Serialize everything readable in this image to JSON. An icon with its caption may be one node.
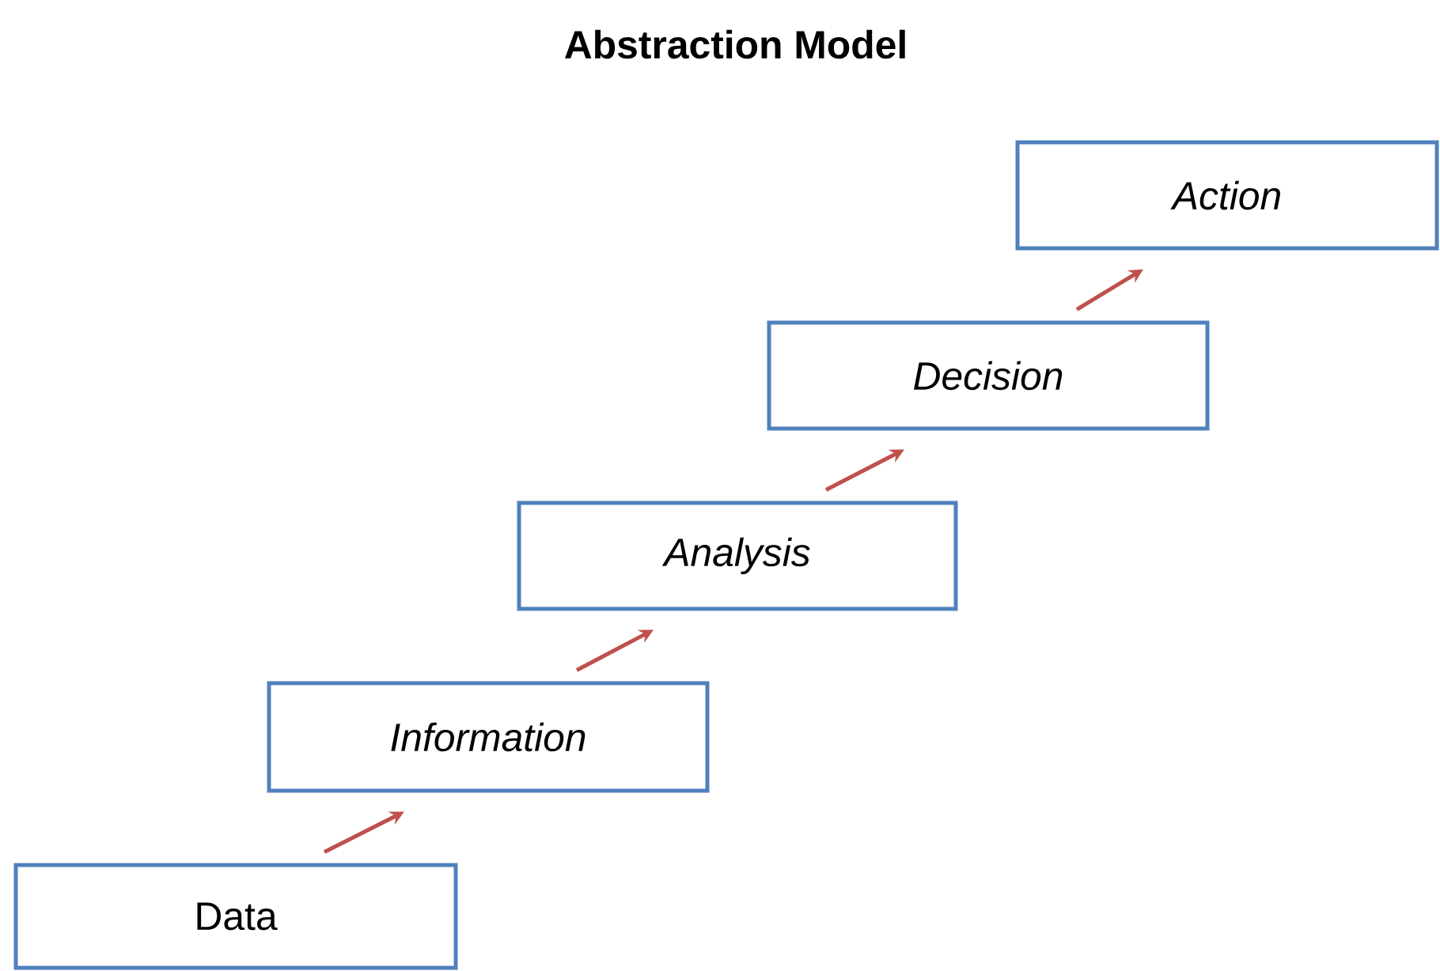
{
  "diagram": {
    "title": "Abstraction Model",
    "nodes": [
      {
        "text": [
          "Data"
        ]
      },
      {
        "text": [
          "Information"
        ]
      },
      {
        "text": [
          "Analysis"
        ]
      },
      {
        "text": [
          "Decision"
        ]
      },
      {
        "text": [
          "Action"
        ]
      }
    ],
    "edges": [
      {
        "from": 0,
        "to": 1,
        "arrow": "to"
      },
      {
        "from": 1,
        "to": 2,
        "arrow": "to"
      },
      {
        "from": 2,
        "to": 3,
        "arrow": "to"
      },
      {
        "from": 3,
        "to": 4,
        "arrow": "to"
      }
    ]
  }
}
